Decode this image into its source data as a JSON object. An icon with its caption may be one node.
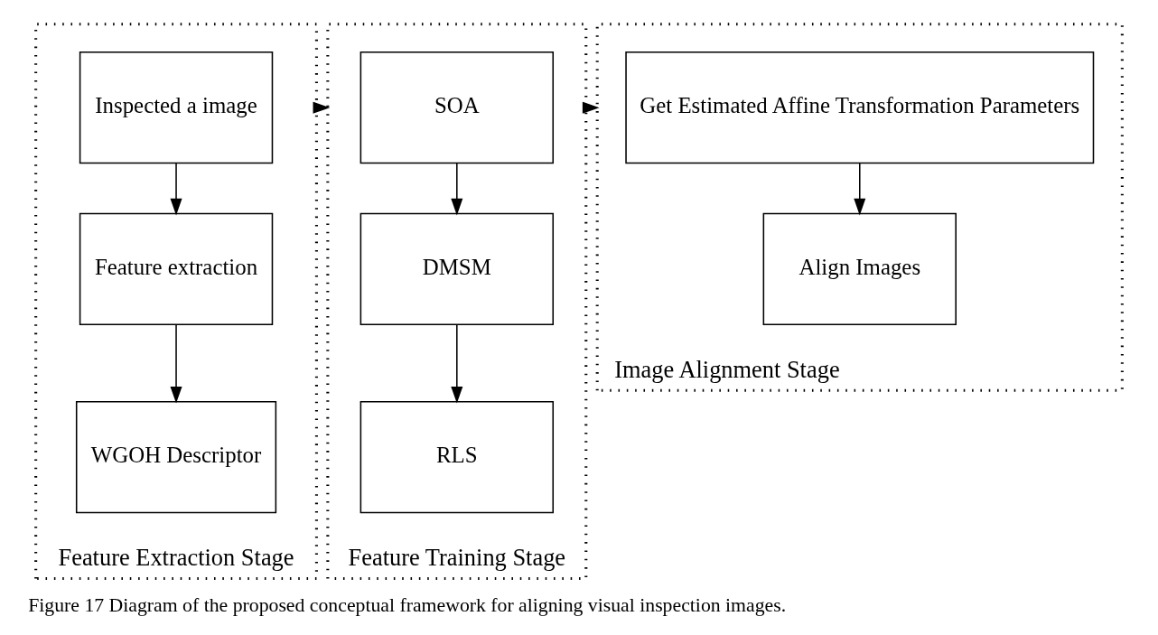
{
  "diagram": {
    "caption": "Figure 17 Diagram of the proposed conceptual framework for aligning visual inspection images.",
    "nodes": [
      {
        "text": [
          "Feature Extraction Stage"
        ]
      },
      {
        "text": [
          "Inspected a image"
        ],
        "in": 0
      },
      {
        "text": [
          "Feature extraction"
        ],
        "in": 0
      },
      {
        "text": [
          "WGOH Descriptor"
        ],
        "in": 0
      },
      {
        "text": [
          "Feature Training Stage"
        ]
      },
      {
        "text": [
          "SOA"
        ],
        "in": 4
      },
      {
        "text": [
          "DMSM"
        ],
        "in": 4
      },
      {
        "text": [
          "RLS"
        ],
        "in": 4
      },
      {
        "text": [
          "Image Alignment Stage"
        ]
      },
      {
        "text": [
          "Get Estimated Affine Transformation Parameters"
        ],
        "in": 8
      },
      {
        "text": [
          "Align Images"
        ],
        "in": 8
      }
    ],
    "edges": [
      {
        "from": 1,
        "to": 2,
        "arrow": "to"
      },
      {
        "from": 2,
        "to": 3,
        "arrow": "to"
      },
      {
        "from": 0,
        "to": 4,
        "arrow": "to"
      },
      {
        "from": 5,
        "to": 6,
        "arrow": "to"
      },
      {
        "from": 6,
        "to": 7,
        "arrow": "to"
      },
      {
        "from": 4,
        "to": 8,
        "arrow": "to"
      },
      {
        "from": 9,
        "to": 10,
        "arrow": "to"
      }
    ]
  }
}
